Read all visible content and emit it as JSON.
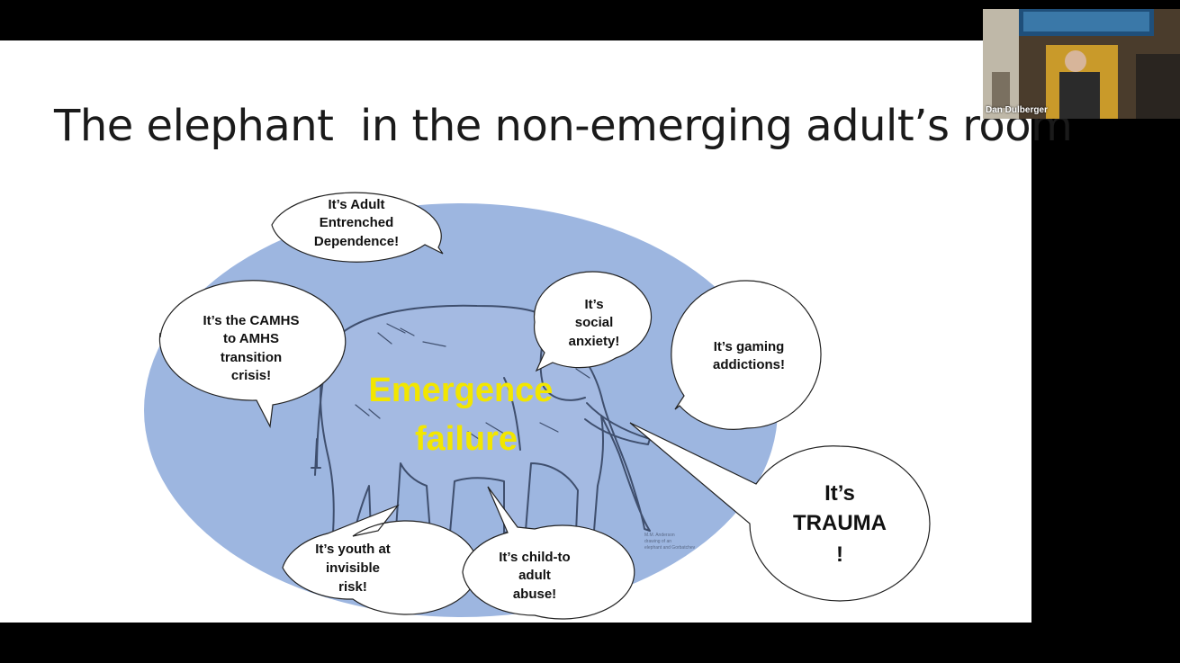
{
  "slide": {
    "title": "The elephant  in the non-emerging adult’s room",
    "center_label": [
      "Emergence",
      "failure"
    ],
    "watermark": [
      "M.M. Anderson",
      "drawing of an",
      "elephant and Gorbatchev"
    ],
    "bubbles": {
      "dependence": [
        "It’s Adult",
        "Entrenched",
        "Dependence!"
      ],
      "camhs": [
        "It’s the CAMHS",
        "to AMHS",
        "transition",
        "crisis!"
      ],
      "social": [
        "It’s",
        "social",
        "anxiety!"
      ],
      "gaming": [
        "It’s gaming",
        "addictions!"
      ],
      "trauma": [
        "It’s",
        "TRAUMA",
        "!"
      ],
      "youth": [
        "It’s youth at",
        "invisible",
        "risk!"
      ],
      "child": [
        "It’s child-to",
        "adult",
        "abuse!"
      ]
    },
    "colors": {
      "ellipse": "#9db6e0",
      "emergence": "#f2e600",
      "outline": "#3f4f6e"
    }
  },
  "video": {
    "participant_name": "Dan Dulberger"
  }
}
